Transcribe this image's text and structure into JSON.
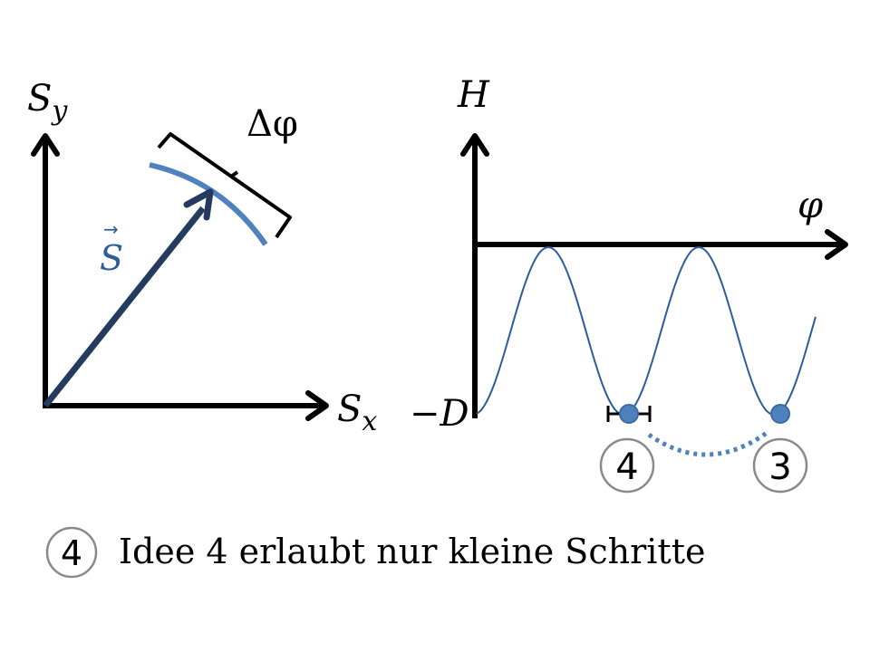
{
  "left_diagram": {
    "y_axis_label": "S",
    "y_axis_sub": "y",
    "x_axis_label": "S",
    "x_axis_sub": "x",
    "vector_label": "S",
    "vector_arrow": "→",
    "bracket_label": "Δφ",
    "colors": {
      "axis": "#000000",
      "vector": "#243a5e",
      "arc": "#4f81bd"
    }
  },
  "right_diagram": {
    "y_axis_label": "H",
    "x_axis_label": "φ",
    "minimum_label": "−D",
    "curve_color": "#2e5c9a",
    "marker_color": "#4f81bd",
    "markers": [
      {
        "number": "4",
        "note": "small-step interval marker"
      },
      {
        "number": "3",
        "note": "jump target"
      }
    ]
  },
  "caption": {
    "number": "4",
    "text": "Idee 4 erlaubt nur kleine Schritte"
  }
}
